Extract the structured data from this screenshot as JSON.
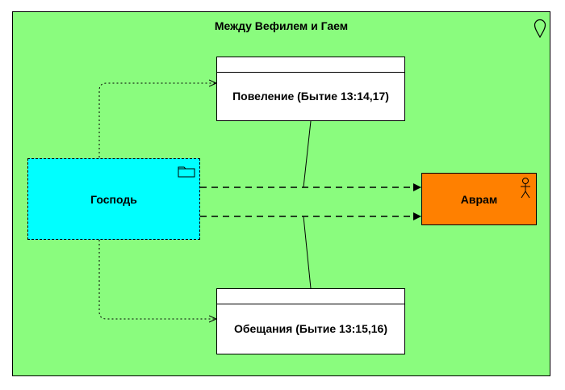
{
  "diagram": {
    "title": "Между Вефилем и Гаем",
    "nodes": {
      "lord": {
        "label": "Господь",
        "color": "#00ffff"
      },
      "avram": {
        "label": "Аврам",
        "color": "#ff8000"
      },
      "command": {
        "label": "Повеление (Бытие 13:14,17)",
        "color": "#ffffff"
      },
      "promise": {
        "label": "Обещания (Бытие 13:15,16)",
        "color": "#ffffff"
      }
    },
    "background_color": "#8afc7e",
    "icons": [
      "location-pin-icon",
      "folder-icon",
      "actor-icon"
    ]
  }
}
